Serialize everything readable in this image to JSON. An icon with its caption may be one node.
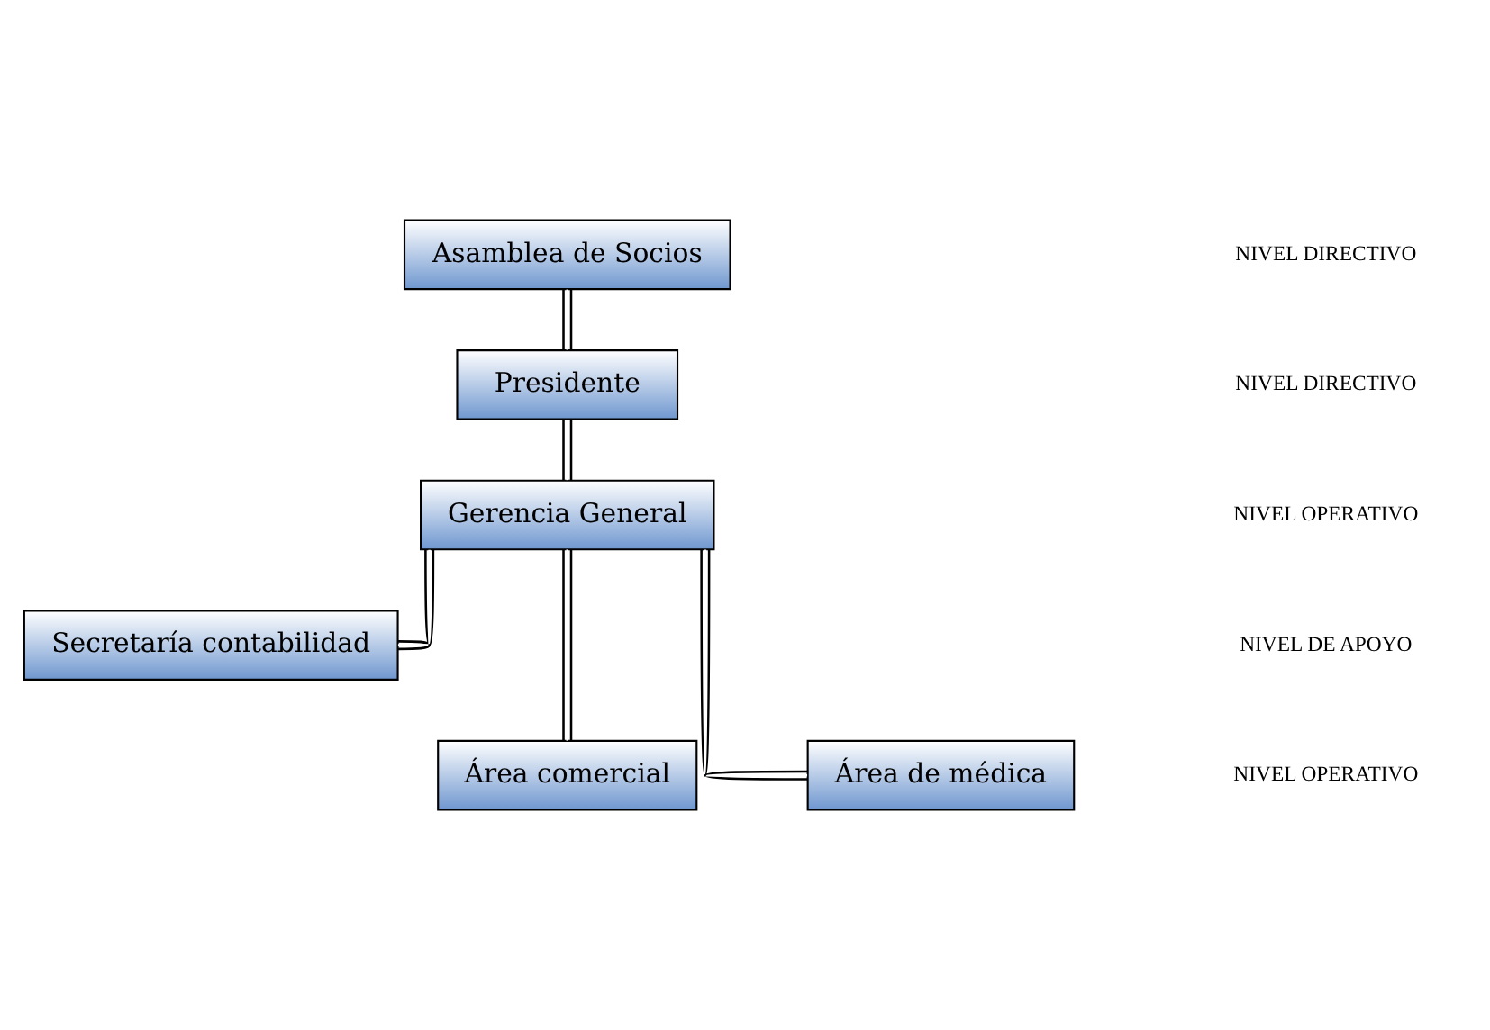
{
  "diagram": {
    "nodes": [
      {
        "text": [
          "Asamblea de Socios"
        ]
      },
      {
        "text": [
          "Presidente"
        ]
      },
      {
        "text": [
          "Gerencia General"
        ]
      },
      {
        "text": [
          "Secretaría contabilidad"
        ]
      },
      {
        "text": [
          "Área comercial"
        ]
      },
      {
        "text": [
          "Área de médica"
        ]
      }
    ],
    "edges": [
      {
        "from": 0,
        "to": 1,
        "arrow": "none"
      },
      {
        "from": 1,
        "to": 2,
        "arrow": "none"
      },
      {
        "from": 2,
        "to": 3,
        "arrow": "none"
      },
      {
        "from": 2,
        "to": 4,
        "arrow": "none"
      },
      {
        "from": 2,
        "to": 5,
        "arrow": "none"
      }
    ],
    "labels": [
      "NIVEL DIRECTIVO",
      "NIVEL DIRECTIVO",
      "NIVEL OPERATIVO",
      "NIVEL DE APOYO",
      "NIVEL OPERATIVO"
    ]
  }
}
